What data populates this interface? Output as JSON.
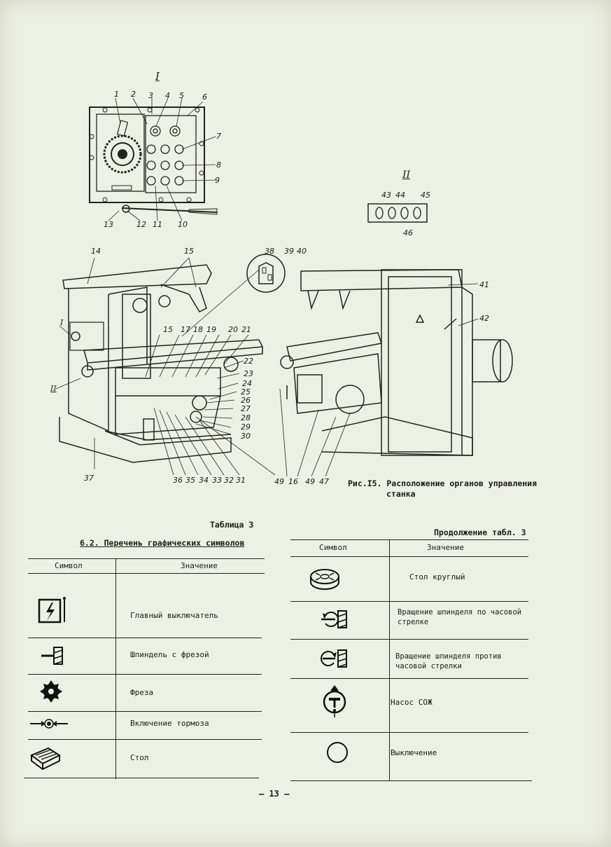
{
  "figure": {
    "view1_label": "I",
    "view2_label": "II",
    "caption_line1": "Рис.I5. Расположение органов управления",
    "caption_line2": "станка",
    "panel_numbers": [
      "1",
      "2",
      "3",
      "4",
      "5",
      "6",
      "7",
      "8",
      "9",
      "10",
      "11",
      "12",
      "13"
    ],
    "panel2_numbers": [
      "43",
      "44",
      "45",
      "46"
    ],
    "machine_numbers": [
      "14",
      "15",
      "38",
      "39",
      "40",
      "41",
      "42",
      "I",
      "II",
      "15",
      "17",
      "18",
      "19",
      "20",
      "21",
      "22",
      "23",
      "24",
      "25",
      "26",
      "27",
      "28",
      "29",
      "30",
      "31",
      "32",
      "33",
      "34",
      "35",
      "36",
      "37",
      "49",
      "16",
      "49",
      "47"
    ]
  },
  "table": {
    "label": "Таблица 3",
    "section_title": "6.2. Перечень графических символов",
    "continuation_label": "Продолжение табл. 3",
    "header_symbol": "Символ",
    "header_meaning": "Значение",
    "left_rows": [
      {
        "icon": "main-switch-icon",
        "meaning": "Главный выключатель"
      },
      {
        "icon": "spindle-with-cutter-icon",
        "meaning": "Шпиндель с фрезой"
      },
      {
        "icon": "cutter-icon",
        "meaning": "Фреза"
      },
      {
        "icon": "brake-icon",
        "meaning": "Включение тормоза"
      },
      {
        "icon": "table-icon",
        "meaning": "Стол"
      }
    ],
    "right_rows": [
      {
        "icon": "round-table-icon",
        "meaning": "Стол круглый"
      },
      {
        "icon": "spindle-clockwise-icon",
        "meaning": "Вращение шпинделя по часовой стрелке"
      },
      {
        "icon": "spindle-counterclockwise-icon",
        "meaning": "Вращение шпинделя против часовой стрелки"
      },
      {
        "icon": "coolant-pump-icon",
        "meaning": "Насос СОЖ"
      },
      {
        "icon": "off-icon",
        "meaning": "Выключение"
      }
    ]
  },
  "page_number": "– 13 –"
}
